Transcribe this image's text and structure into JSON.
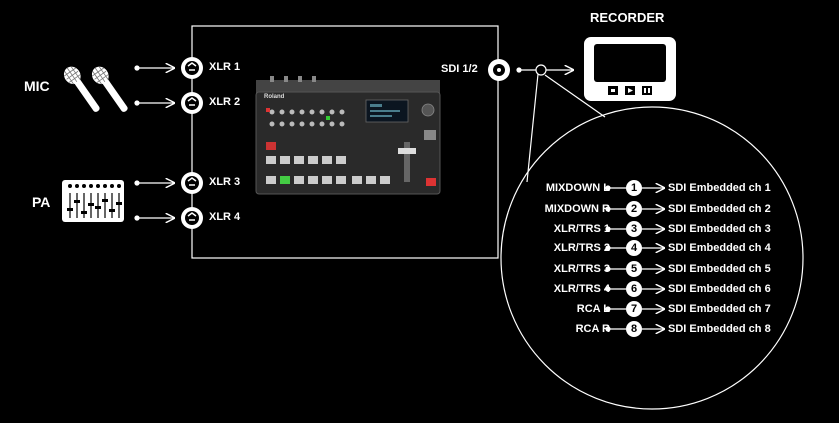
{
  "sources": {
    "mic_label": "MIC",
    "pa_label": "PA"
  },
  "inputs": [
    {
      "label": "XLR 1"
    },
    {
      "label": "XLR 2"
    },
    {
      "label": "XLR 3"
    },
    {
      "label": "XLR 4"
    }
  ],
  "device": {
    "logo_text": "Roland",
    "output_label": "SDI 1/2"
  },
  "recorder": {
    "title": "RECORDER"
  },
  "channel_map": [
    {
      "source": "MIXDOWN L",
      "number": "1",
      "destination": "SDI Embedded ch 1"
    },
    {
      "source": "MIXDOWN R",
      "number": "2",
      "destination": "SDI Embedded ch 2"
    },
    {
      "source": "XLR/TRS 1",
      "number": "3",
      "destination": "SDI Embedded ch 3"
    },
    {
      "source": "XLR/TRS 2",
      "number": "4",
      "destination": "SDI Embedded ch 4"
    },
    {
      "source": "XLR/TRS 3",
      "number": "5",
      "destination": "SDI Embedded ch 5"
    },
    {
      "source": "XLR/TRS 4",
      "number": "6",
      "destination": "SDI Embedded ch 6"
    },
    {
      "source": "RCA L",
      "number": "7",
      "destination": "SDI Embedded ch 7"
    },
    {
      "source": "RCA R",
      "number": "8",
      "destination": "SDI Embedded ch 8"
    }
  ]
}
